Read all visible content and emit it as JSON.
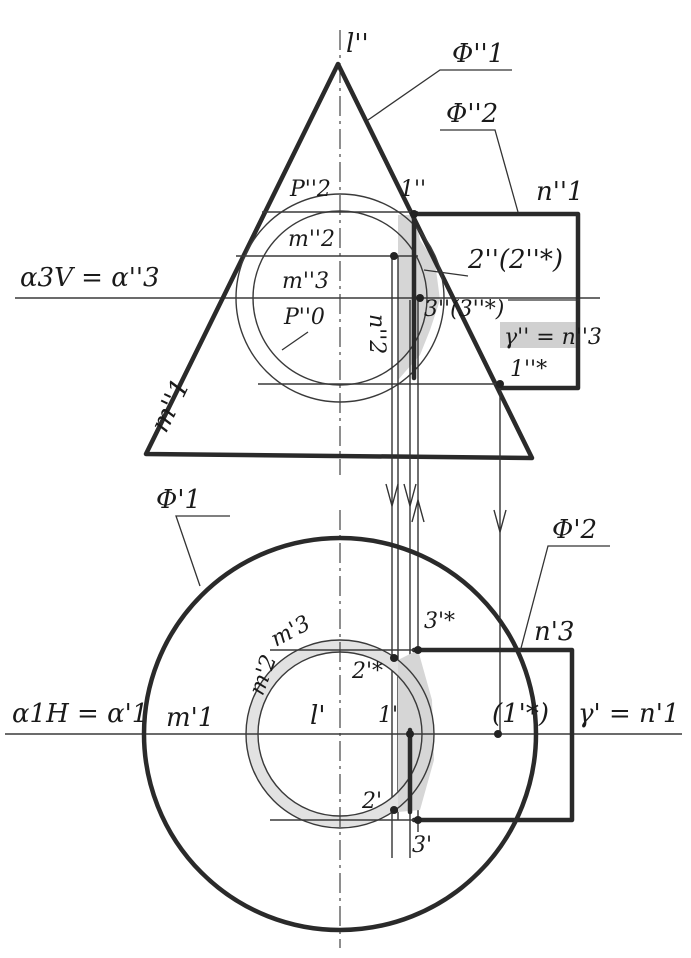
{
  "labels": {
    "l_front": "l''",
    "phi1_front": "Φ''1",
    "phi2_front": "Φ''2",
    "p2_front": "P''2",
    "pt1_front": "1''",
    "n1_front": "n''1",
    "m2_front": "m''2",
    "pt2_front": "2''(2''*)",
    "alpha3": "α3V = α''3",
    "m3_front": "m''3",
    "pt3_front": "3''(3''*)",
    "n2_front": "n''2",
    "p0_front": "P''0",
    "gamma_front": "γ'' = n''3",
    "pt1star_front": "1''*",
    "m1_front": "m''1",
    "phi1_top": "Φ'1",
    "phi2_top": "Φ'2",
    "m3_top": "m'3",
    "pt3star_top": "3'*",
    "n3_top": "n'3",
    "m2_top": "m'2",
    "pt2star_top": "2'*",
    "alpha1": "α1H = α'1",
    "m1_top": "m'1",
    "l_top": "l'",
    "pt1_top": "1'",
    "pt1star_top": "(1'*)",
    "gamma_top": "γ' = n'1",
    "pt2_top": "2'",
    "pt3_top": "3'"
  },
  "colors": {
    "ink": "#2a2a2a",
    "shade": "#d9d9d9",
    "paper": "#ffffff"
  }
}
